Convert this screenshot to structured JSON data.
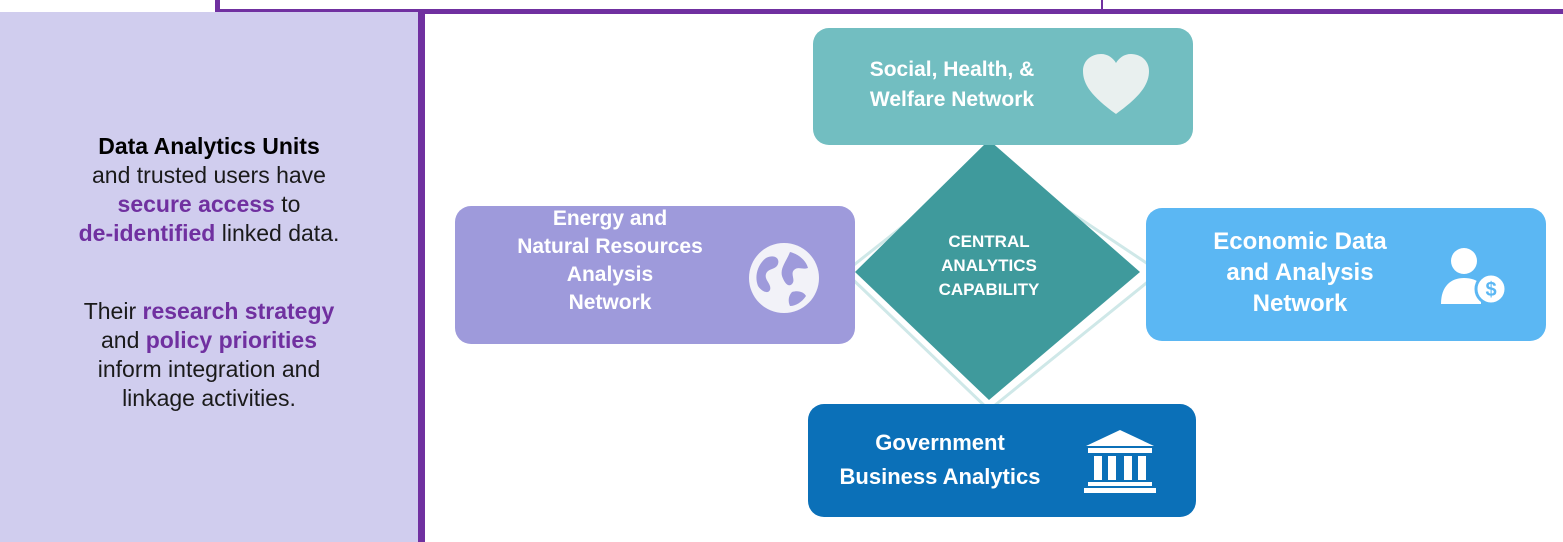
{
  "side_panel": {
    "line1": "Data Analytics Units",
    "line2": "and trusted users have",
    "line3_bold": "secure access",
    "line3_rest": " to",
    "line4_bold": "de-identified",
    "line4_rest": " linked data.",
    "line5_pre": "Their ",
    "line5_bold": "research strategy",
    "line6_pre": "and ",
    "line6_bold": "policy priorities",
    "line7": "inform integration and",
    "line8": "linkage activities."
  },
  "center": {
    "line1": "CENTRAL",
    "line2": "ANALYTICS",
    "line3": "CAPABILITY"
  },
  "nodes": {
    "social": {
      "line1": "Social, Health, &",
      "line2": "Welfare Network",
      "icon": "heart-icon"
    },
    "energy": {
      "line1": "Energy and",
      "line2": "Natural Resources",
      "line3": "Analysis",
      "line4": "Network",
      "icon": "globe-icon"
    },
    "economic": {
      "line1": "Economic Data",
      "line2": "and Analysis",
      "line3": "Network",
      "icon": "person-dollar-icon"
    },
    "government": {
      "line1": "Government",
      "line2": "Business Analytics",
      "icon": "bank-icon"
    }
  },
  "colors": {
    "purple_accent": "#7030a0",
    "panel_bg": "#d0cdee",
    "social": "#72bec1",
    "energy": "#9e9adb",
    "economic": "#5bb7f3",
    "government": "#0b70b8",
    "diamond": "#3f9a9c",
    "diamond_outline": "#cfe8e8"
  }
}
